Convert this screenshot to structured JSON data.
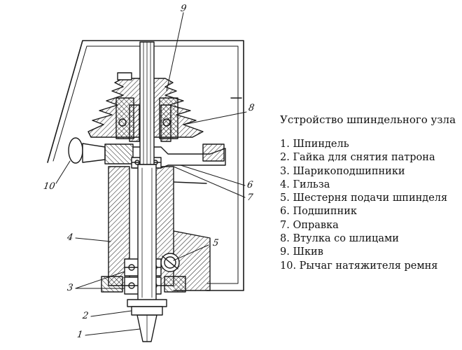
{
  "legend": {
    "title": "Устройство шпиндельного узла",
    "items": [
      "1. Шпиндель",
      "2. Гайка для снятия патрона",
      "3. Шарикоподшипники",
      "4. Гильза",
      "5. Шестерня подачи шпинделя",
      "6. Подшипник",
      "7. Оправка",
      "8. Втулка со шлицами",
      "9. Шкив",
      "10. Рычаг натяжителя ремня"
    ]
  },
  "callouts": {
    "c1": "1",
    "c2": "2",
    "c3": "3",
    "c4": "4",
    "c5": "5",
    "c6": "6",
    "c7": "7",
    "c8": "8",
    "c9": "9",
    "c10": "10"
  }
}
